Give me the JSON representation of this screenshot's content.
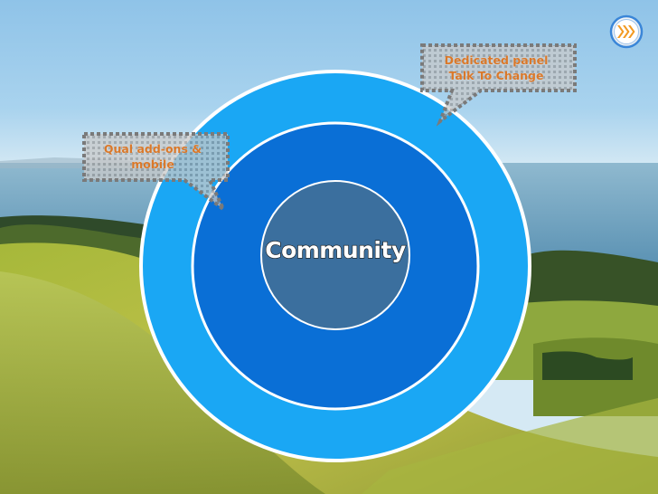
{
  "diagram": {
    "center_label": "Community",
    "callouts": [
      {
        "id": "left",
        "lines": [
          "Qual add-ons &",
          "mobile"
        ]
      },
      {
        "id": "right",
        "lines": [
          "Dedicated panel",
          "Talk To Change"
        ]
      }
    ]
  },
  "nav": {
    "next_icon": "fast-forward-icon"
  },
  "colors": {
    "outer_ring": "#1aa7f4",
    "middle_ring": "#0a6fd6",
    "inner_circle": "#3b6f9e",
    "callout_text": "#d9782a",
    "callout_fill": "#b8b8b8"
  }
}
